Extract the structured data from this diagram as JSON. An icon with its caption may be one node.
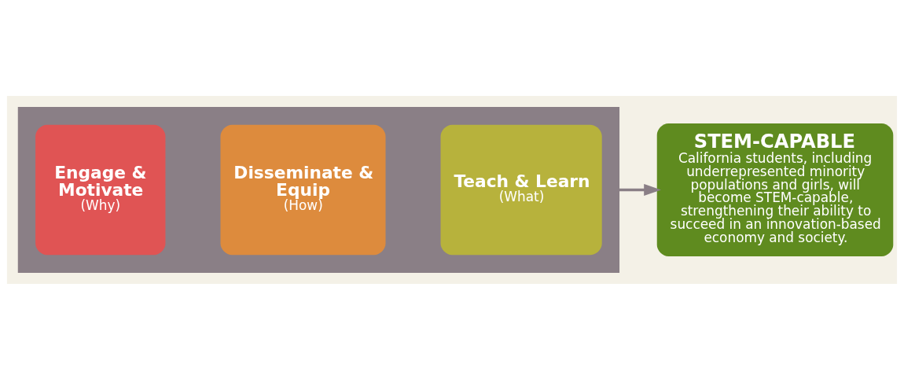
{
  "diagram": {
    "nodes": [
      {
        "text": [],
        "shape": "arrow"
      },
      {
        "text": [
          "Engage & Motivate",
          "(Why)"
        ],
        "in": 0
      },
      {
        "text": [
          "Disseminate & Equip",
          "(How)"
        ],
        "in": 0
      },
      {
        "text": [
          "Teach & Learn",
          "(What)"
        ],
        "in": 0
      },
      {
        "text": [
          "STEM-CAPABLE",
          "California students, including underrepresented minority populations and girls, will become STEM-capable, strengthening their ability to succeed in an innovation-based economy and society."
        ]
      }
    ],
    "edges": [
      {
        "from": 0,
        "to": 4,
        "arrow": "to",
        "color": "#8a7f86"
      }
    ]
  }
}
